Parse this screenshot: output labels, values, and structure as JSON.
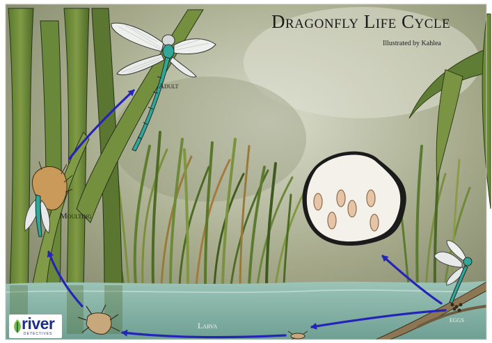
{
  "title": "Dragonfly Life Cycle",
  "credit": "Illustrated by Kahlea",
  "stages": {
    "adult": "Adult",
    "moulting": "Moulting",
    "larva": "Larva",
    "eggs": "eggs"
  },
  "logo": {
    "word": "river",
    "subtitle": "DETECTIVES"
  },
  "colors": {
    "arrow": "#2424b8",
    "water": "#8ab5a9",
    "reed_green": "#6f8a3c",
    "dragonfly_teal": "#2fa89a"
  }
}
